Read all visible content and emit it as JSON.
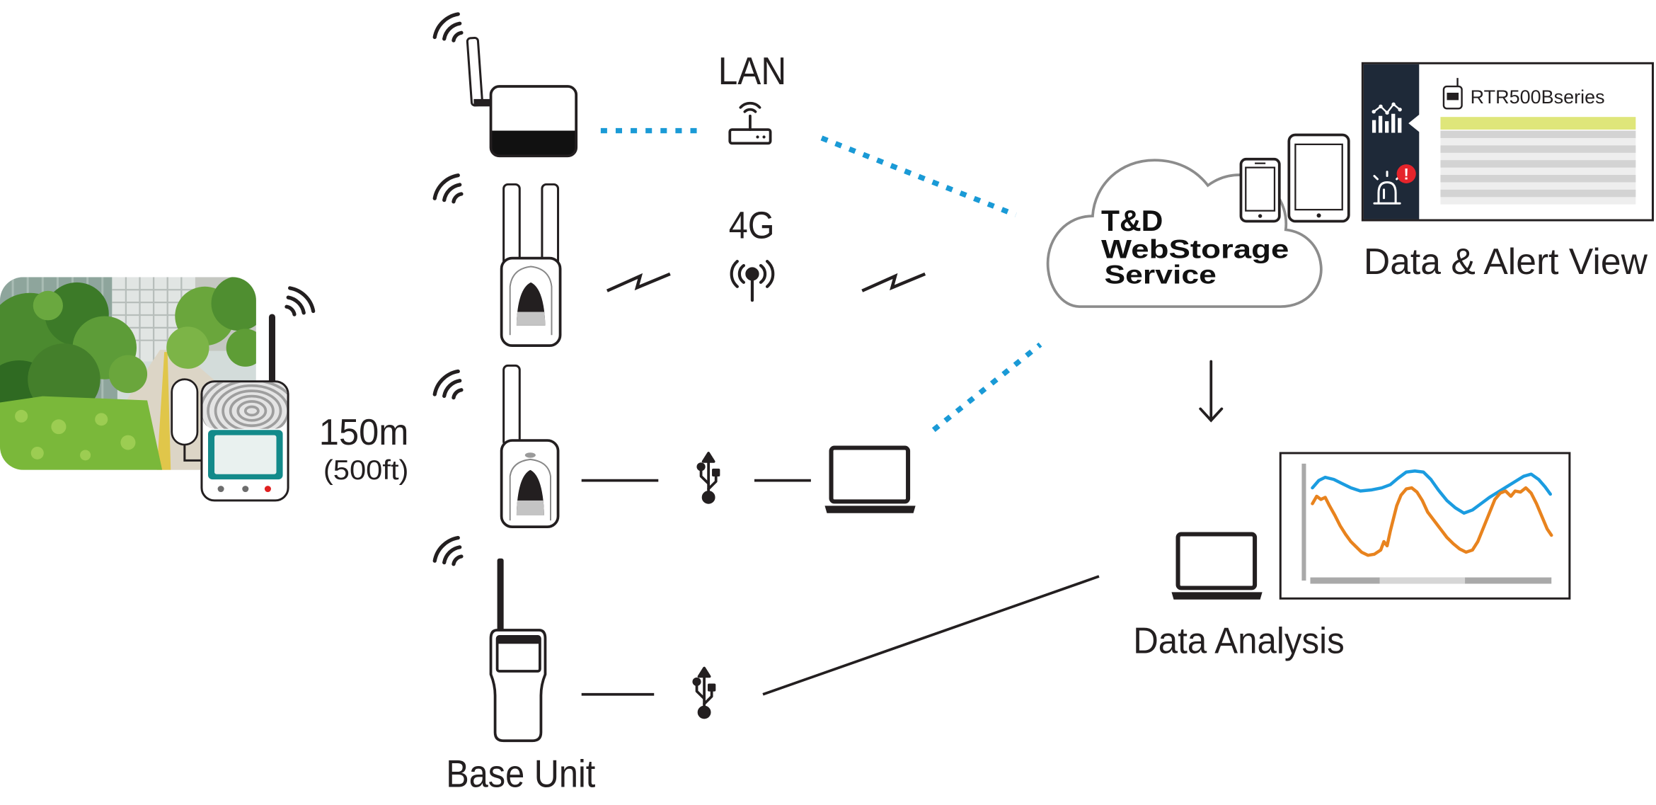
{
  "diagram": {
    "logger": {
      "range_m": "150m",
      "range_ft": "(500ft)"
    },
    "links": {
      "lan_label": "LAN",
      "cellular_label": "4G"
    },
    "base_unit": {
      "label": "Base Unit"
    },
    "cloud": {
      "line_1": "T&D",
      "line_2": "WebStorage",
      "line_3": "Service"
    },
    "app_view": {
      "device_name": "RTR500Bseries",
      "alert_badge": "!",
      "caption": "Data & Alert View"
    },
    "analysis": {
      "caption": "Data Analysis"
    }
  },
  "colors": {
    "ink": "#231f20",
    "dotted_link": "#1a9ad6",
    "cloud_outline": "#8c8c8c",
    "app_sidebar": "#1e2938",
    "highlight_row": "#dfe67a",
    "alert_badge": "#e5242b",
    "logger_screen_frame": "#138a8a",
    "series_blue": "#1b9ce0",
    "series_orange": "#e8831e"
  },
  "icons": {
    "radio_signal": "wifi-icon",
    "lan_router": "router-icon",
    "cellular_antenna": "cell-antenna-icon",
    "usb": "usb-icon",
    "computer": "laptop-icon",
    "phone": "smartphone-icon",
    "tablet": "tablet-icon",
    "graph_menu": "graph-icon",
    "alert_menu": "alert-siren-icon",
    "flow": "down-arrow-icon",
    "device": "logger-icon"
  }
}
